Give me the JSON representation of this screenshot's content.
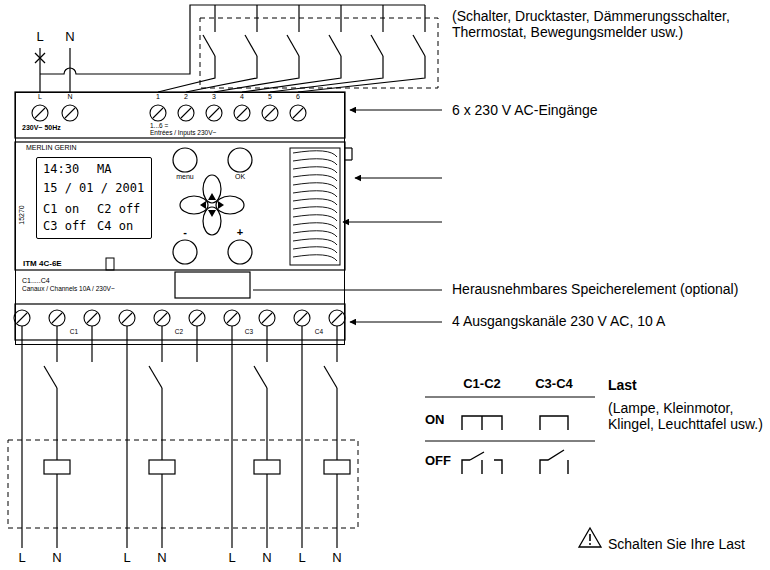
{
  "diagram": {
    "nodes": [
      {
        "text": [
          "MERLIN GERIN",
          "ITM 4C-6E"
        ]
      },
      {
        "text": [
          "14:30",
          "MA",
          "15 / 01 / 2001",
          "C1 on",
          "C2 off",
          "C3 off",
          "C4 on"
        ],
        "in": 0
      }
    ],
    "labels": [
      "(Schalter, Drucktaster, Dämmerungsschalter, Thermostat, Bewegungsmelder usw.)",
      "L",
      "N",
      "L",
      "N",
      "1",
      "2",
      "3",
      "4",
      "5",
      "6",
      "230V~ 50Hz",
      "1...6 =",
      "Entrées / Inputs 230V~",
      "6 x 230 V AC-Eingänge",
      "menu",
      "OK",
      "-",
      "+",
      "15270",
      "C1.....C4",
      "Canaux / Channels 10A / 230V~",
      "Herausnehmbares Speicherelement (optional)",
      "4 Ausgangskanäle 230 V AC, 10 A",
      "C1",
      "C2",
      "C3",
      "C4",
      "C1-C2",
      "C3-C4",
      "ON",
      "OFF",
      "Last",
      "(Lampe, Kleinmotor, Klingel, Leuchttafel usw.)",
      "Schalten Sie Ihre Last",
      "L",
      "N",
      "L",
      "N",
      "L",
      "N",
      "L",
      "N"
    ]
  }
}
